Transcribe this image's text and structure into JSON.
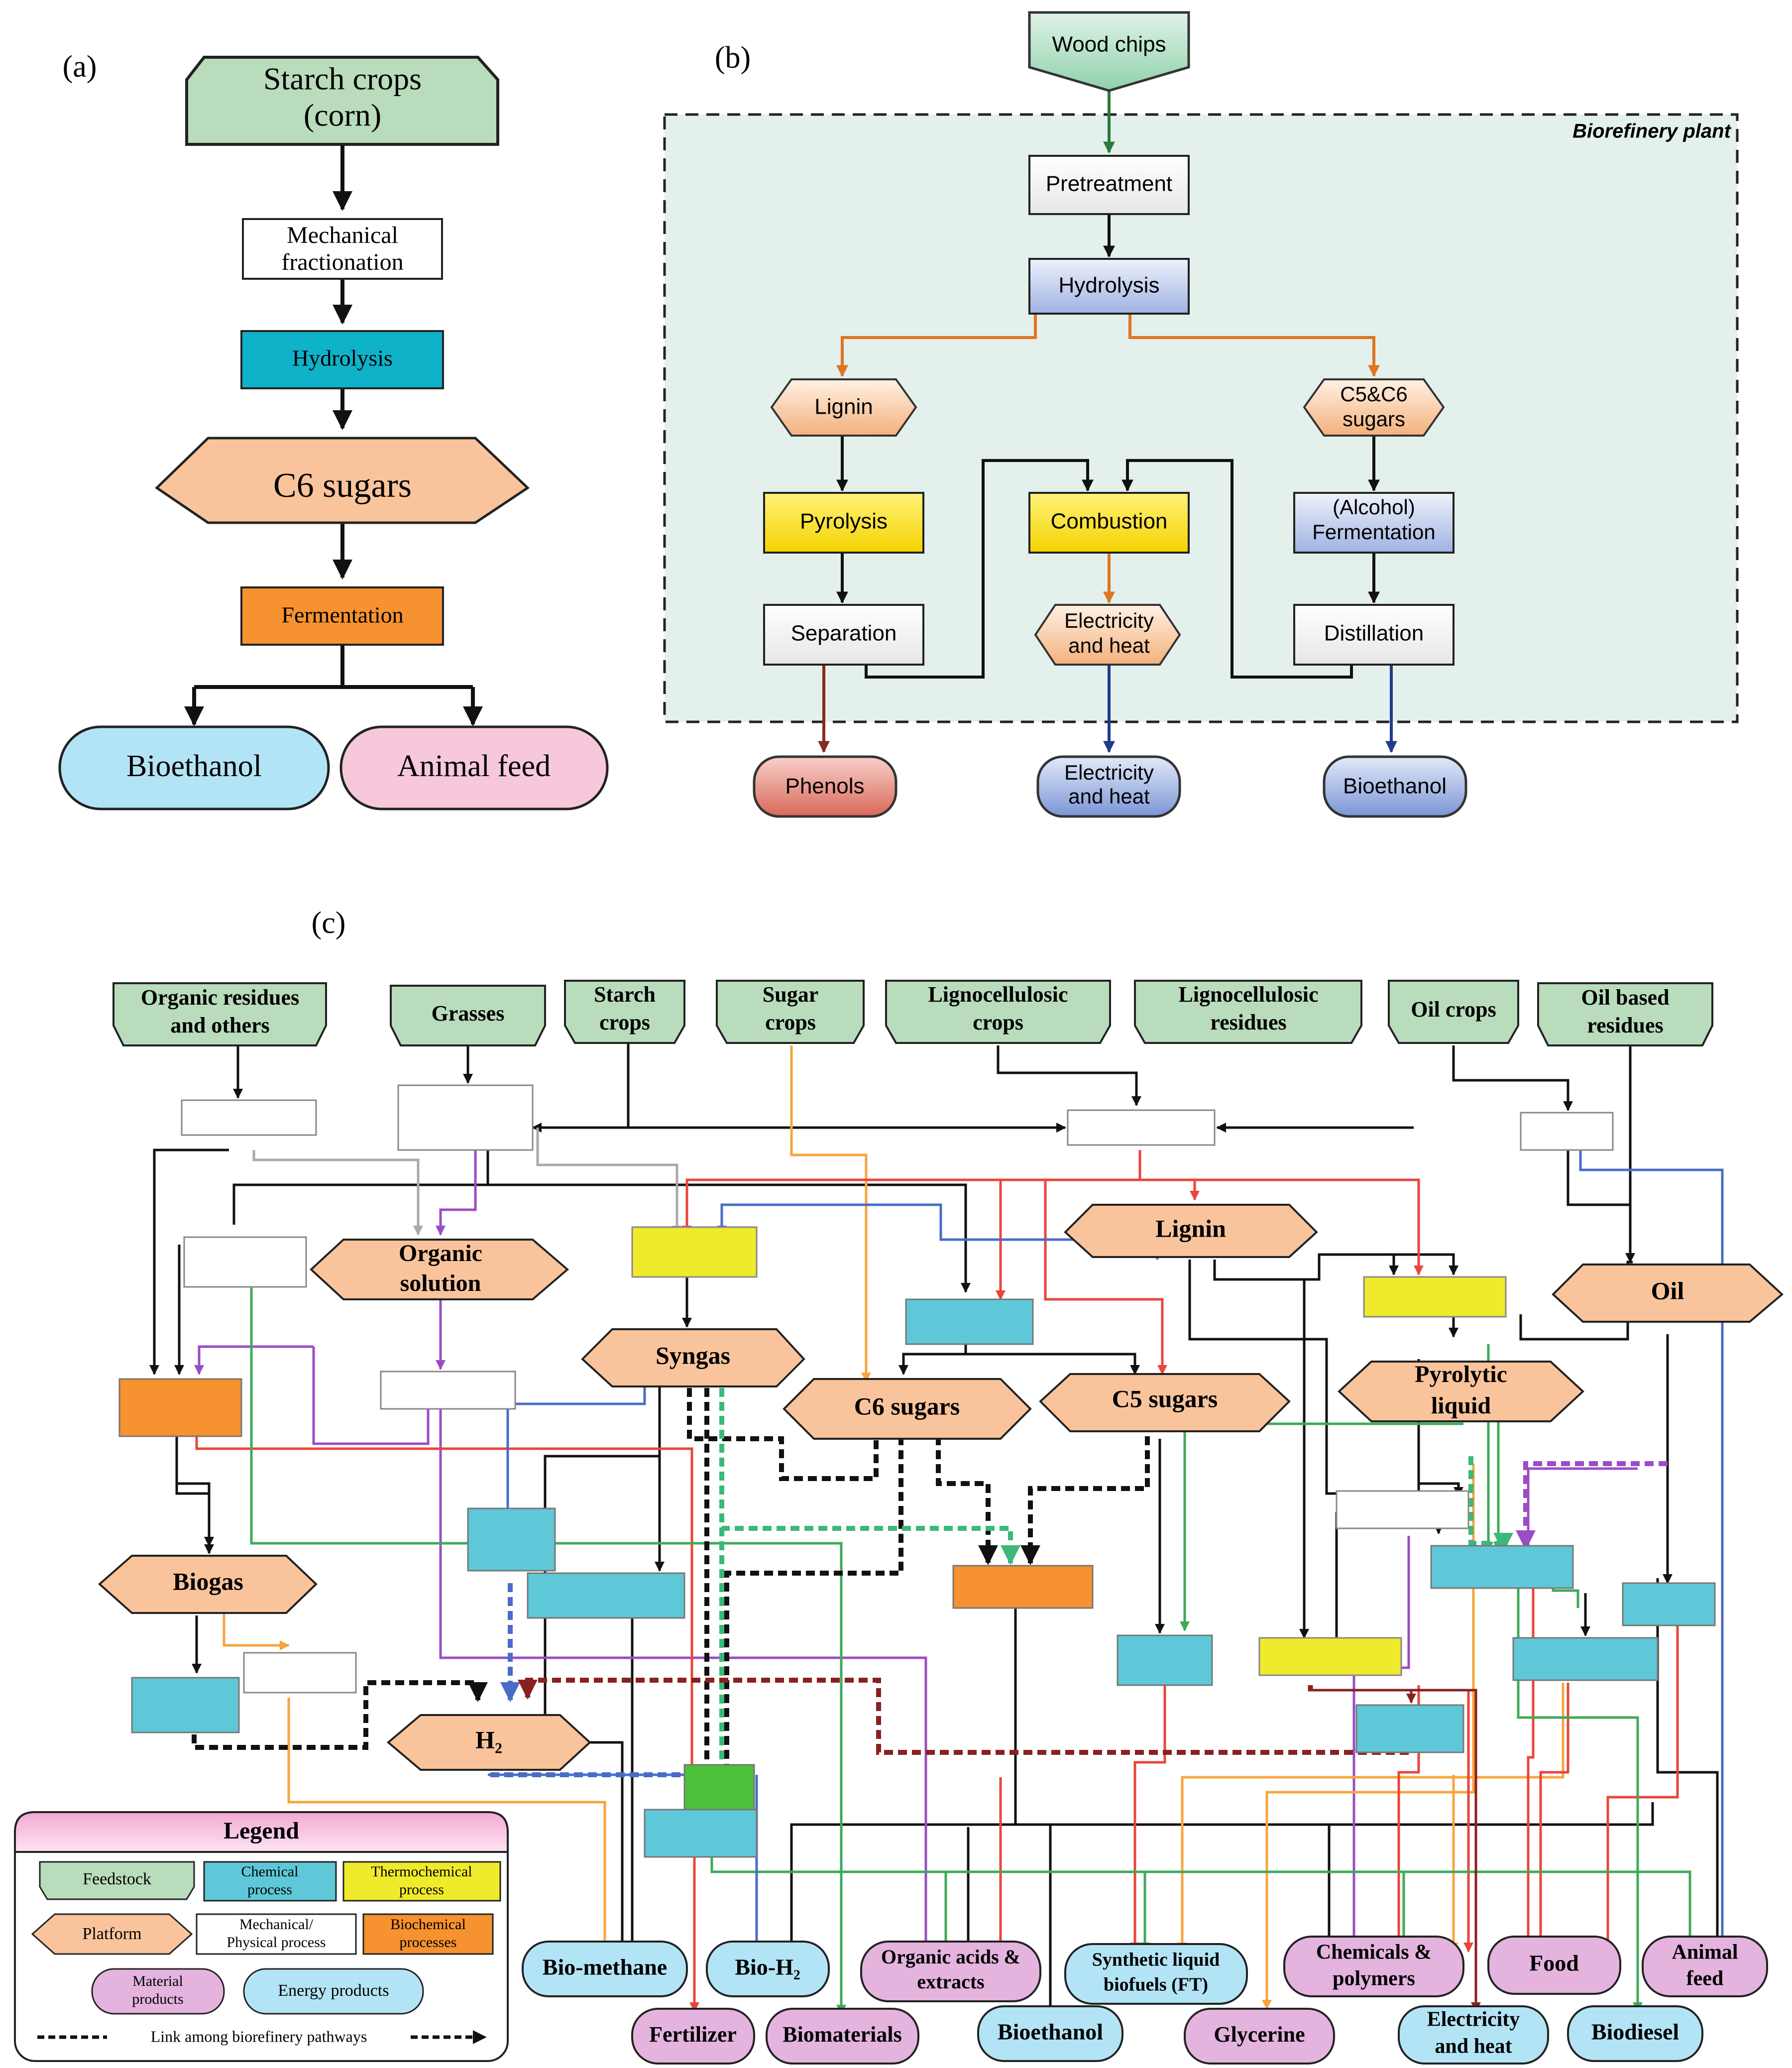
{
  "panel_a": {
    "label": "(a)",
    "nodes": {
      "starch": [
        "Starch crops",
        "(corn)"
      ],
      "mech": [
        "Mechanical",
        "fractionation"
      ],
      "hydro": [
        "Hydrolysis"
      ],
      "c6": [
        "C6 sugars"
      ],
      "ferm": [
        "Fermentation"
      ],
      "bioeth": [
        "Bioethanol"
      ],
      "feed": [
        "Animal feed"
      ]
    }
  },
  "panel_b": {
    "label": "(b)",
    "plant_label": "Biorefinery plant",
    "nodes": {
      "wood": [
        "Wood chips"
      ],
      "pretreat": [
        "Pretreatment"
      ],
      "hydro": [
        "Hydrolysis"
      ],
      "lignin": [
        "Lignin"
      ],
      "c5c6": [
        "C5&C6",
        "sugars"
      ],
      "pyro": [
        "Pyrolysis"
      ],
      "comb": [
        "Combustion"
      ],
      "alcferm": [
        "(Alcohol)",
        "Fermentation"
      ],
      "sep": [
        "Separation"
      ],
      "eh": [
        "Electricity",
        "and heat"
      ],
      "dist": [
        "Distillation"
      ],
      "phenols": [
        "Phenols"
      ],
      "eh_out": [
        "Electricity",
        "and heat"
      ],
      "bioeth": [
        "Bioethanol"
      ]
    }
  },
  "panel_c": {
    "label": "(c)",
    "feedstocks": [
      [
        "Organic residues",
        "and others"
      ],
      [
        "Grasses"
      ],
      [
        "Starch",
        "crops"
      ],
      [
        "Sugar",
        "crops"
      ],
      [
        "Lignocellulosic",
        "crops"
      ],
      [
        "Lignocellulosic",
        "residues"
      ],
      [
        "Oil crops"
      ],
      [
        "Oil based",
        "residues"
      ]
    ],
    "platforms": {
      "lignin": [
        "Lignin"
      ],
      "orgsol": [
        "Organic",
        "solution"
      ],
      "oil": [
        "Oil"
      ],
      "syngas": [
        "Syngas"
      ],
      "c6": [
        "C6 sugars"
      ],
      "c5": [
        "C5 sugars"
      ],
      "pyroliq": [
        "Pyrolytic",
        "liquid"
      ],
      "biogas": [
        "Biogas"
      ],
      "h2": [
        "H₂"
      ]
    },
    "energy_products": {
      "biomethane": [
        "Bio-methane"
      ],
      "bioh2": [
        "Bio-H₂"
      ],
      "synfuel": [
        "Synthetic liquid",
        "biofuels (FT)"
      ],
      "bioethanol": [
        "Bioethanol"
      ],
      "elecheat": [
        "Electricity",
        "and heat"
      ],
      "biodiesel": [
        "Biodiesel"
      ]
    },
    "material_products": {
      "orgacids": [
        "Organic acids &",
        "extracts"
      ],
      "chempoly": [
        "Chemicals &",
        "polymers"
      ],
      "food": [
        "Food"
      ],
      "animalfeed": [
        "Animal",
        "feed"
      ],
      "fertilizer": [
        "Fertilizer"
      ],
      "biomaterials": [
        "Biomaterials"
      ],
      "glycerine": [
        "Glycerine"
      ]
    },
    "legend": {
      "title": "Legend",
      "feedstock": [
        "Feedstock"
      ],
      "chemical": [
        "Chemical",
        "process"
      ],
      "thermochemical": [
        "Thermochemical",
        "process"
      ],
      "platform": [
        "Platform"
      ],
      "mechanical": [
        "Mechanical/",
        "Physical process"
      ],
      "biochemical": [
        "Biochemical",
        "processes"
      ],
      "material": [
        "Material",
        "products"
      ],
      "energy": [
        "Energy products"
      ],
      "link": [
        "Link among biorefinery pathways"
      ]
    }
  },
  "colors": {
    "feedstock": "#b9dcbc",
    "platform": "#f9c49c",
    "chemical": "#5ec8d8",
    "thermochemical": "#f0ea2c",
    "biochemical": "#f6922f",
    "energy": "#b3e4f6",
    "material": "#e4b3de",
    "hydrolysis_a": "#0eb2c9",
    "plant_bg": "#e3f0ec",
    "b_hydrolysis": "#cfd8f2",
    "b_pyro": "#fbe40a",
    "b_phenols": "#e58f83",
    "b_energy": "#8aa2da",
    "red": "#e8463b",
    "orange": "#f7a43e",
    "green": "#3daa5a",
    "blue": "#4a6cc6",
    "purple": "#9b4cc6",
    "gray": "#aaaaaa",
    "darkred": "#992222"
  }
}
